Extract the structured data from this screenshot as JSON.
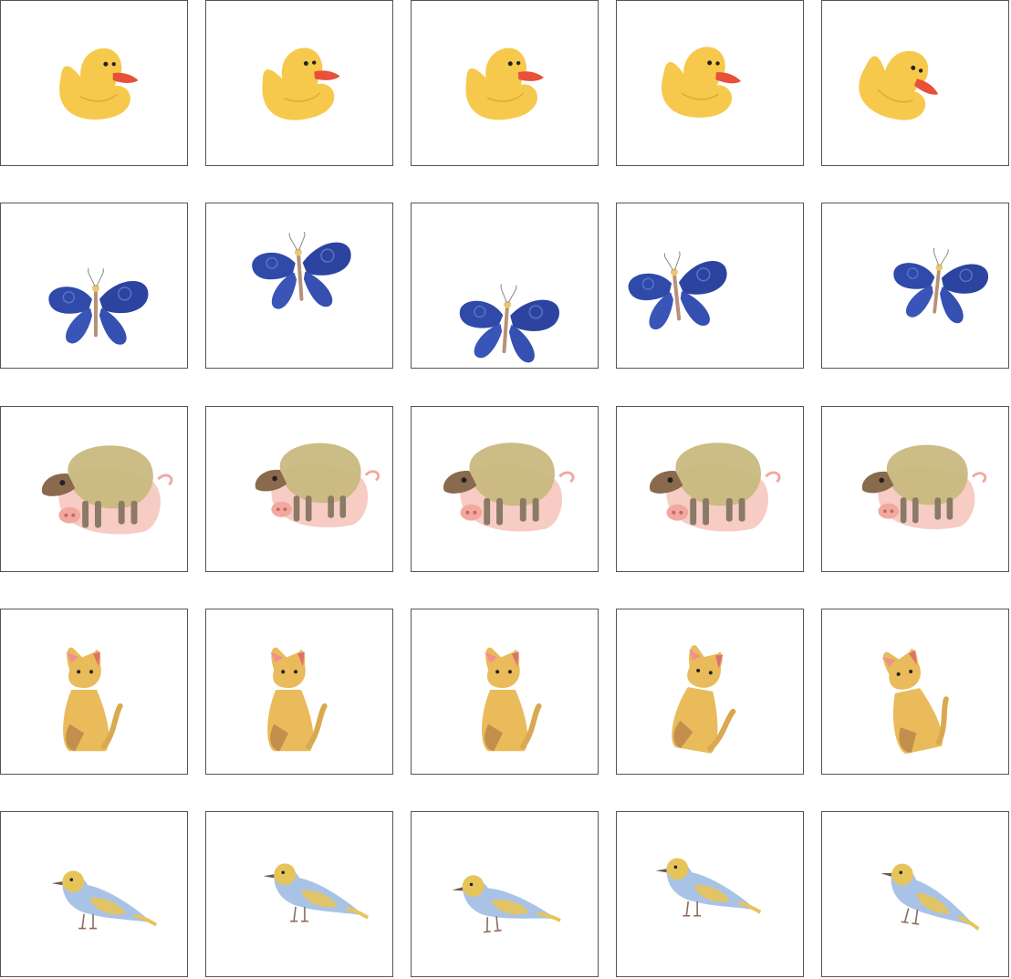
{
  "grid": {
    "rows": [
      {
        "animal": "duck",
        "count": 5
      },
      {
        "animal": "butterfly",
        "count": 5
      },
      {
        "animal": "sheep-and-pig",
        "count": 5
      },
      {
        "animal": "cat",
        "count": 5
      },
      {
        "animal": "bird",
        "count": 5
      }
    ]
  },
  "colors": {
    "duck_body": "#f5c542",
    "duck_beak": "#e8503a",
    "butterfly_wing": "#2f4aa8",
    "sheep_wool": "#c9b880",
    "sheep_face": "#8a6a4c",
    "pig_body": "#f6c6bf",
    "cat_body": "#e9bb5a",
    "cat_patch": "#b9854a",
    "bird_body": "#a9c3e6",
    "bird_wing": "#e7c45a"
  }
}
